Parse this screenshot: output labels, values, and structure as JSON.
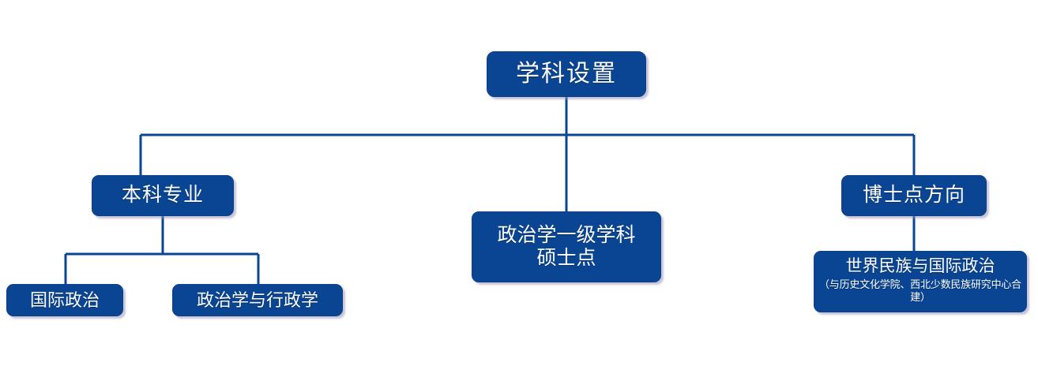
{
  "diagram": {
    "title": "学科设置",
    "line_color": "#0a4593",
    "box_color": "#0a4593",
    "text_color": "#ffffff",
    "background": "#ffffff",
    "nodes": {
      "root": {
        "label": "学科设置"
      },
      "undergraduate": {
        "label": "本科专业"
      },
      "master": {
        "label": "政治学一级学科\n硕士点",
        "line1": "政治学一级学科",
        "line2": "硕士点"
      },
      "doctoral": {
        "label": "博士点方向"
      },
      "international_politics": {
        "label": "国际政治"
      },
      "polisci_administration": {
        "label": "政治学与行政学"
      },
      "world_ethnic": {
        "label": "世界民族与国际政治",
        "note": "（与历史文化学院、西北少数民族研究中心合建）"
      }
    }
  }
}
